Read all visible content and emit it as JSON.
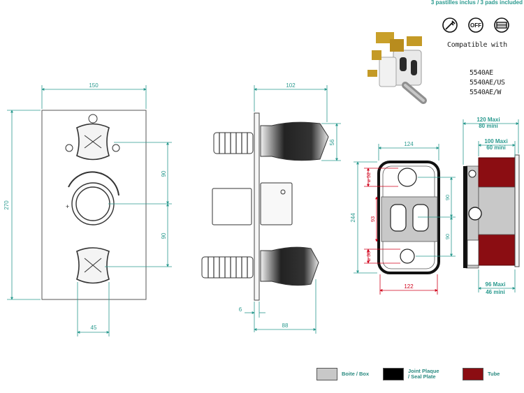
{
  "header": {
    "pads_note": "3 pastilles inclus / 3 pads included",
    "compatible_label": "Compatible with",
    "models": [
      "5540AE",
      "5540AE/US",
      "5540AE/W"
    ]
  },
  "icons": [
    "shower-head-icon",
    "off-icon",
    "hand-shower-icon"
  ],
  "front_view": {
    "width": "150",
    "height": "270",
    "spacing_top": "90",
    "spacing_bottom": "90",
    "handle_offset": "45"
  },
  "side_view": {
    "depth": "102",
    "handle_height": "56",
    "plate_thickness": "6",
    "wall_depth": "88"
  },
  "box_view": {
    "width": "124",
    "height": "244",
    "top_dia": "52",
    "bottom_dia": "38",
    "inner_height": "93",
    "right_spacing_top": "90",
    "right_spacing_bottom": "90",
    "bottom_width": "122"
  },
  "depth_view": {
    "outer_max": "120 Maxi",
    "outer_min": "80 mini",
    "inner_max": "100 Maxi",
    "inner_min": "60 mini",
    "bottom_max": "96 Maxi",
    "bottom_min": "46 mini"
  },
  "legend": [
    {
      "label_line1": "Boite / Box",
      "label_line2": "",
      "color": "#c8c8c8"
    },
    {
      "label_line1": "Joint Plaque",
      "label_line2": "/ Seal Plate",
      "color": "#000000"
    },
    {
      "label_line1": "Tube",
      "label_line2": "",
      "color": "#8b0d12"
    }
  ],
  "colors": {
    "dimension": "#2a9a8f",
    "red_dimension": "#d0021b",
    "tube": "#8b0d12"
  }
}
